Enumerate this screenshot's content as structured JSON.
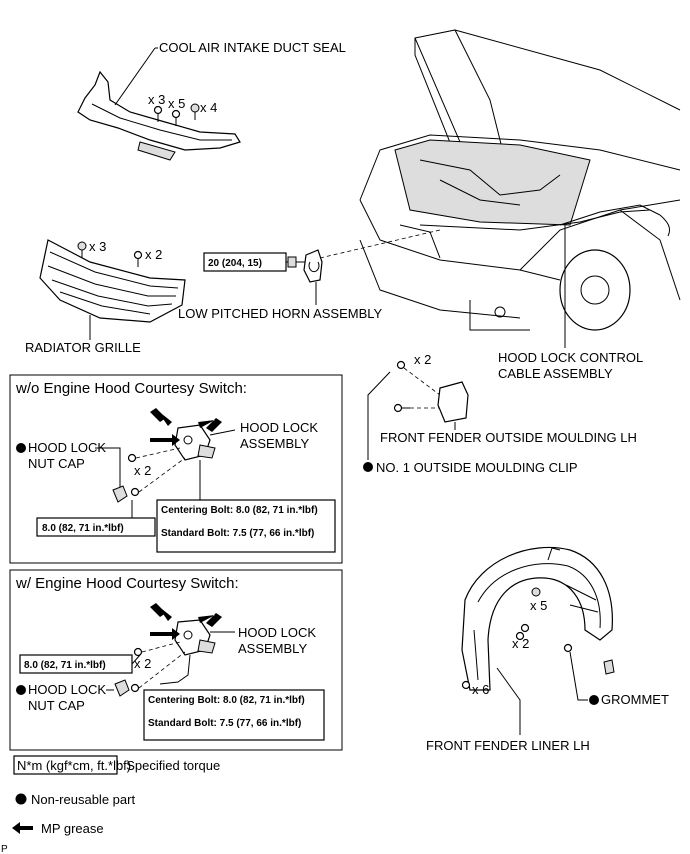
{
  "labels": {
    "cool_air_seal": "COOL AIR INTAKE DUCT SEAL",
    "qty_x3_a": "x 3",
    "qty_x5_a": "x 5",
    "qty_x4_a": "x 4",
    "qty_x3_b": "x 3",
    "qty_x2_b": "x 2",
    "radiator_grille": "RADIATOR GRILLE",
    "horn_torque": "20 (204, 15)",
    "low_pitched_horn": "LOW PITCHED HORN ASSEMBLY",
    "hood_lock_cable_1": "HOOD LOCK CONTROL",
    "hood_lock_cable_2": "CABLE ASSEMBLY",
    "qty_clip_x2": "x 2",
    "front_fender_moulding": "FRONT FENDER OUTSIDE MOULDING LH",
    "no1_clip": "NO. 1 OUTSIDE MOULDING CLIP",
    "qty_liner_x5": "x 5",
    "qty_liner_x2": "x 2",
    "qty_liner_x6": "x 6",
    "grommet": "GROMMET",
    "front_fender_liner": "FRONT FENDER LINER LH",
    "page_marker": "P"
  },
  "box1": {
    "title": "w/o Engine Hood Courtesy Switch:",
    "hood_lock_1": "HOOD LOCK",
    "hood_lock_2": "ASSEMBLY",
    "nut_cap_1": "HOOD LOCK",
    "nut_cap_2": "NUT CAP",
    "qty": "x 2",
    "torque_left": "8.0 (82, 71 in.*lbf)",
    "centering": "Centering Bolt: 8.0 (82, 71 in.*lbf)",
    "standard": "Standard Bolt: 7.5 (77, 66 in.*lbf)"
  },
  "box2": {
    "title": "w/ Engine Hood Courtesy Switch:",
    "hood_lock_1": "HOOD LOCK",
    "hood_lock_2": "ASSEMBLY",
    "nut_cap_1": "HOOD LOCK",
    "nut_cap_2": "NUT CAP",
    "qty": "x 2",
    "torque_left": "8.0 (82, 71 in.*lbf)",
    "centering": "Centering Bolt: 8.0 (82, 71 in.*lbf)",
    "standard": "Standard Bolt: 7.5 (77, 66 in.*lbf)"
  },
  "legend": {
    "torque_unit": "N*m (kgf*cm, ft.*lbf)",
    "torque_desc": ": Specified torque",
    "non_reusable": "Non-reusable part",
    "mp_grease": "MP grease"
  }
}
